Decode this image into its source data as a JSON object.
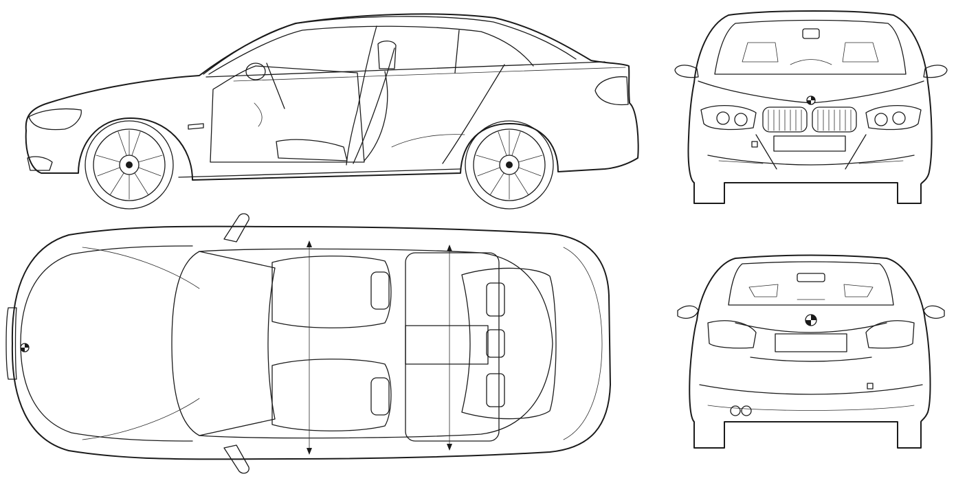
{
  "diagram": {
    "kind": "vehicle-blueprint",
    "views": [
      "side",
      "front",
      "top",
      "rear"
    ],
    "line_color": "#1a1a1a",
    "background": "#ffffff",
    "icons": [
      "brand-roundel-icon",
      "alloy-wheel-icon",
      "exhaust-tip-icon",
      "side-mirror-icon"
    ]
  }
}
